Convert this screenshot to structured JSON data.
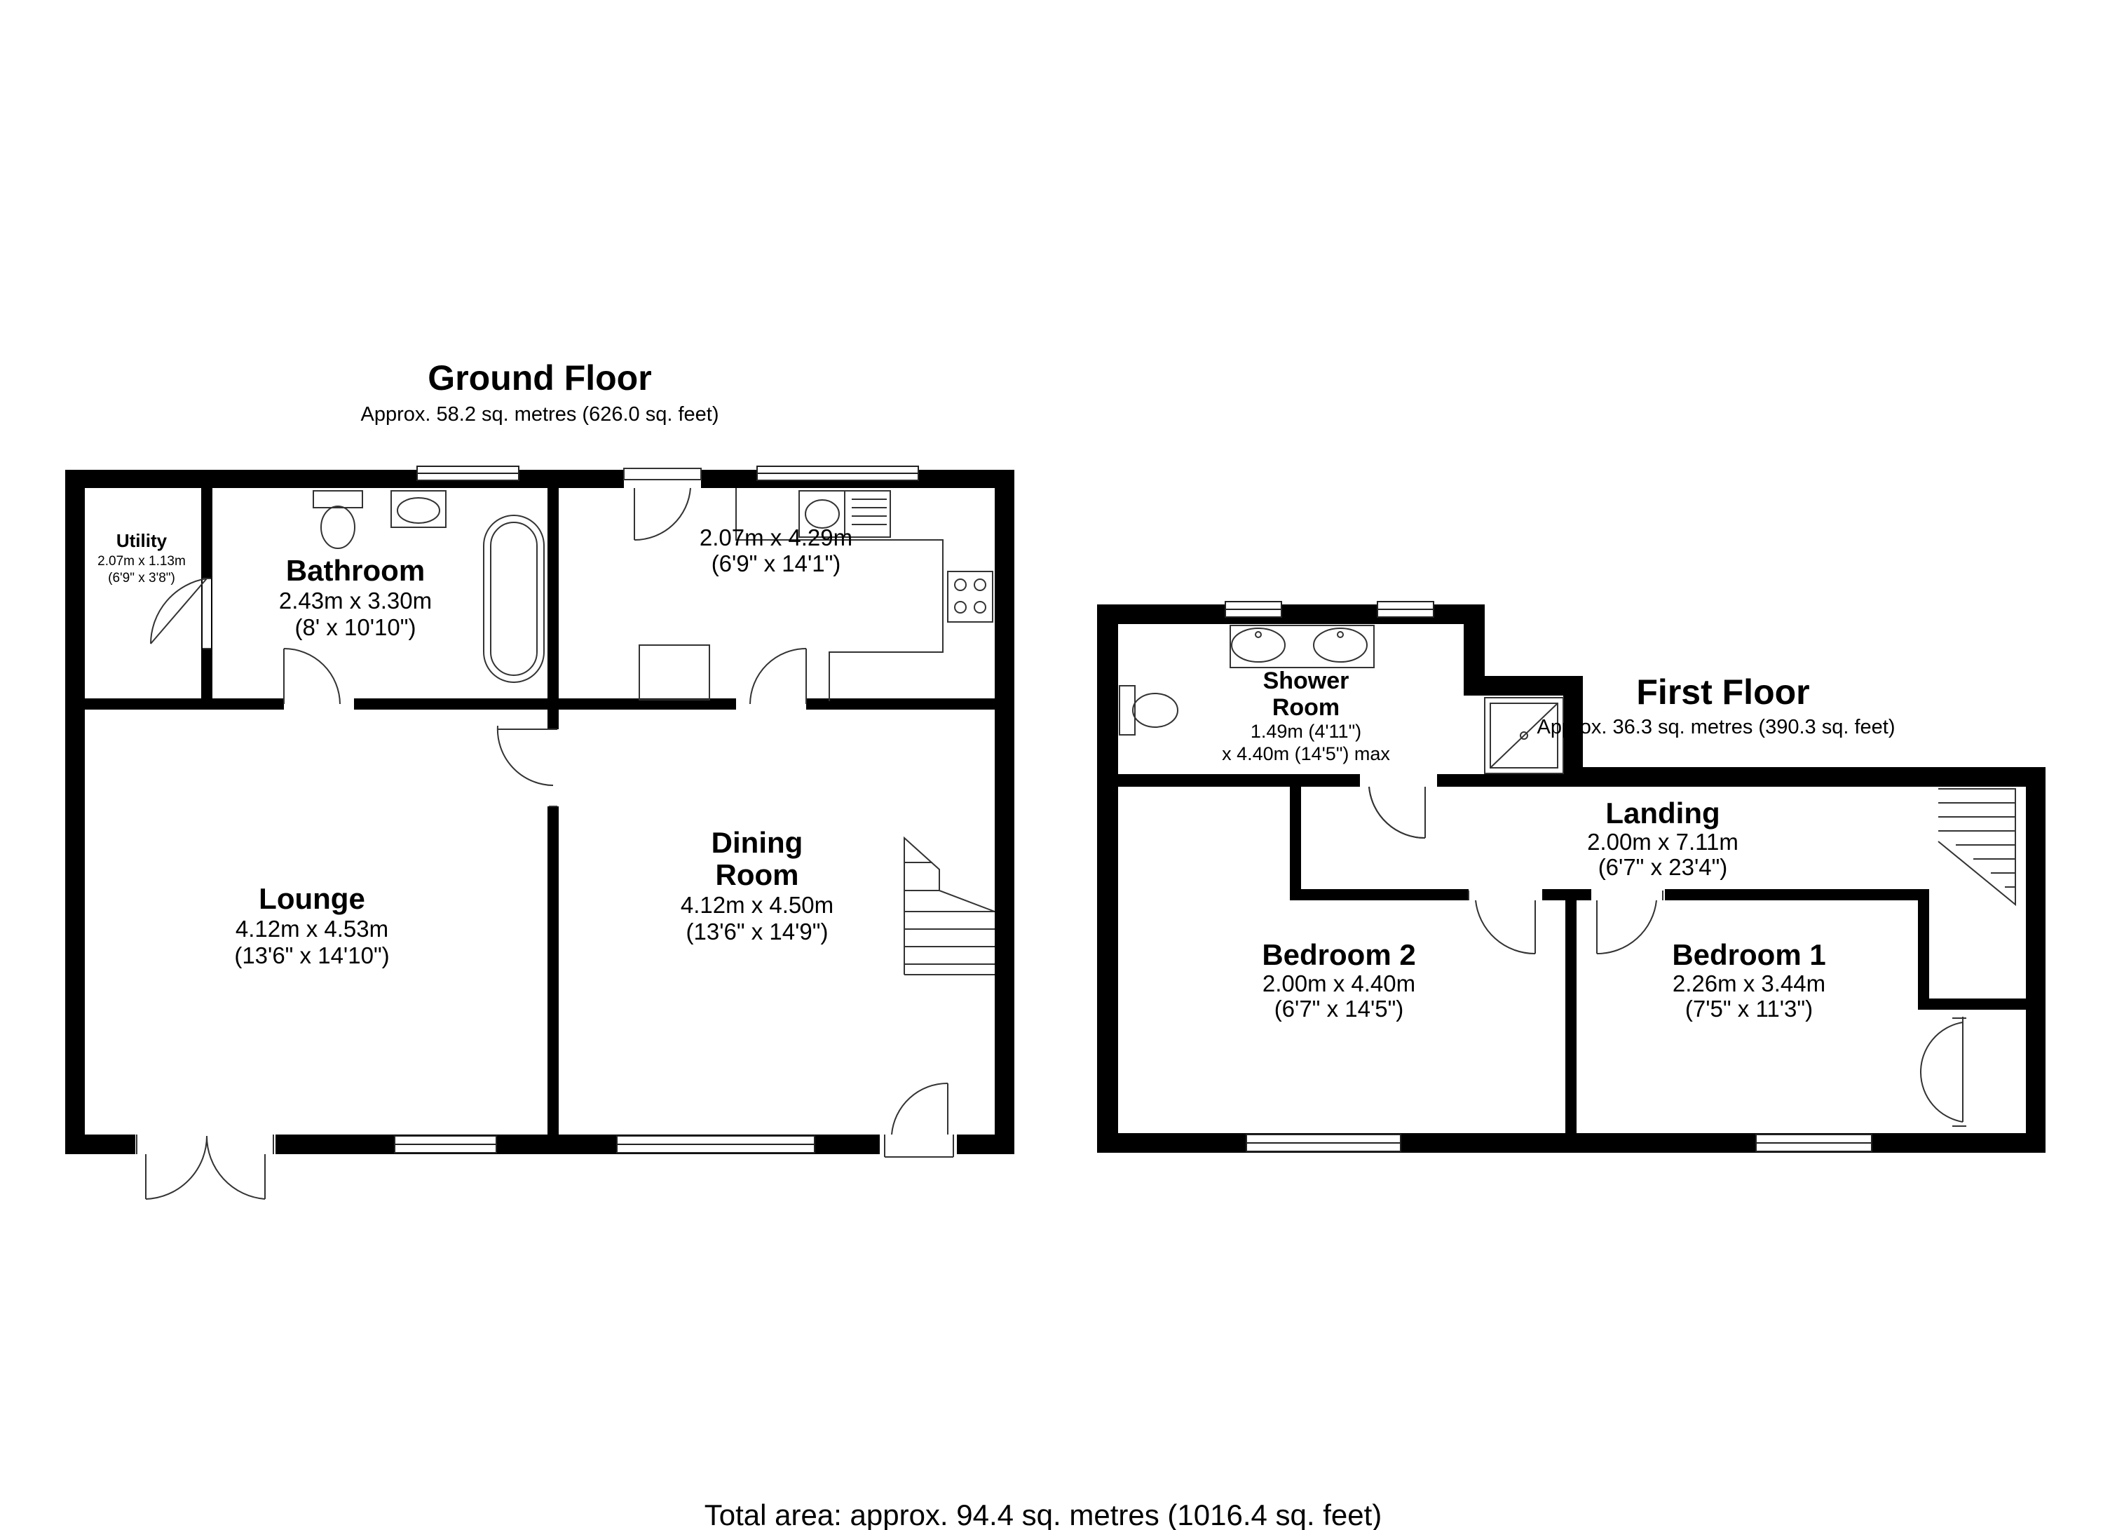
{
  "ground_floor": {
    "title": "Ground Floor",
    "area": "Approx. 58.2 sq. metres (626.0 sq. feet)",
    "rooms": {
      "utility": {
        "name": "Utility",
        "dim_m": "2.07m x 1.13m",
        "dim_ft": "(6'9\" x 3'8\")"
      },
      "bathroom": {
        "name": "Bathroom",
        "dim_m": "2.43m x 3.30m",
        "dim_ft": "(8' x 10'10\")"
      },
      "kitchen": {
        "dim_m": "2.07m x 4.29m",
        "dim_ft": "(6'9\" x 14'1\")"
      },
      "lounge": {
        "name": "Lounge",
        "dim_m": "4.12m x 4.53m",
        "dim_ft": "(13'6\" x 14'10\")"
      },
      "dining": {
        "name_line1": "Dining",
        "name_line2": "Room",
        "dim_m": "4.12m x 4.50m",
        "dim_ft": "(13'6\" x 14'9\")"
      }
    }
  },
  "first_floor": {
    "title": "First Floor",
    "area": "Approx. 36.3 sq. metres (390.3 sq. feet)",
    "rooms": {
      "shower": {
        "name_line1": "Shower",
        "name_line2": "Room",
        "dim_line1": "1.49m (4'11\")",
        "dim_line2": "x 4.40m (14'5\") max"
      },
      "landing": {
        "name": "Landing",
        "dim_m": "2.00m x 7.11m",
        "dim_ft": "(6'7\" x 23'4\")"
      },
      "bedroom2": {
        "name": "Bedroom 2",
        "dim_m": "2.00m x 4.40m",
        "dim_ft": "(6'7\" x 14'5\")"
      },
      "bedroom1": {
        "name": "Bedroom 1",
        "dim_m": "2.26m x 3.44m",
        "dim_ft": "(7'5\" x 11'3\")"
      }
    }
  },
  "total_area": "Total area: approx. 94.4 sq. metres (1016.4 sq. feet)",
  "colors": {
    "wall": "#000000",
    "background": "#ffffff",
    "fixture_line": "#333333"
  }
}
